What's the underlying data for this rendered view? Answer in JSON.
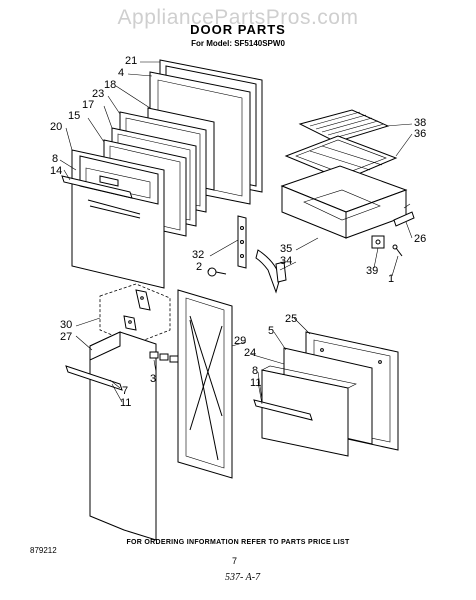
{
  "watermark": "AppliancePartsPros.com",
  "title": "DOOR PARTS",
  "model_line": "For Model: SF5140SPW0",
  "callouts": {
    "c21": "21",
    "c4": "4",
    "c18": "18",
    "c23": "23",
    "c17": "17",
    "c15": "15",
    "c20": "20",
    "c8a": "8",
    "c14": "14",
    "c38": "38",
    "c36": "36",
    "c26": "26",
    "c32": "32",
    "c2": "2",
    "c35": "35",
    "c34": "34",
    "c39": "39",
    "c1": "1",
    "c30": "30",
    "c27": "27",
    "c25": "25",
    "c5": "5",
    "c29": "29",
    "c24": "24",
    "c3": "3",
    "c7": "7",
    "c11a": "11",
    "c8b": "8",
    "c11b": "11"
  },
  "footer": {
    "note": "FOR ORDERING INFORMATION REFER TO PARTS PRICE LIST",
    "left_code": "879212",
    "page": "7",
    "sheet_code": "537- A-7"
  }
}
